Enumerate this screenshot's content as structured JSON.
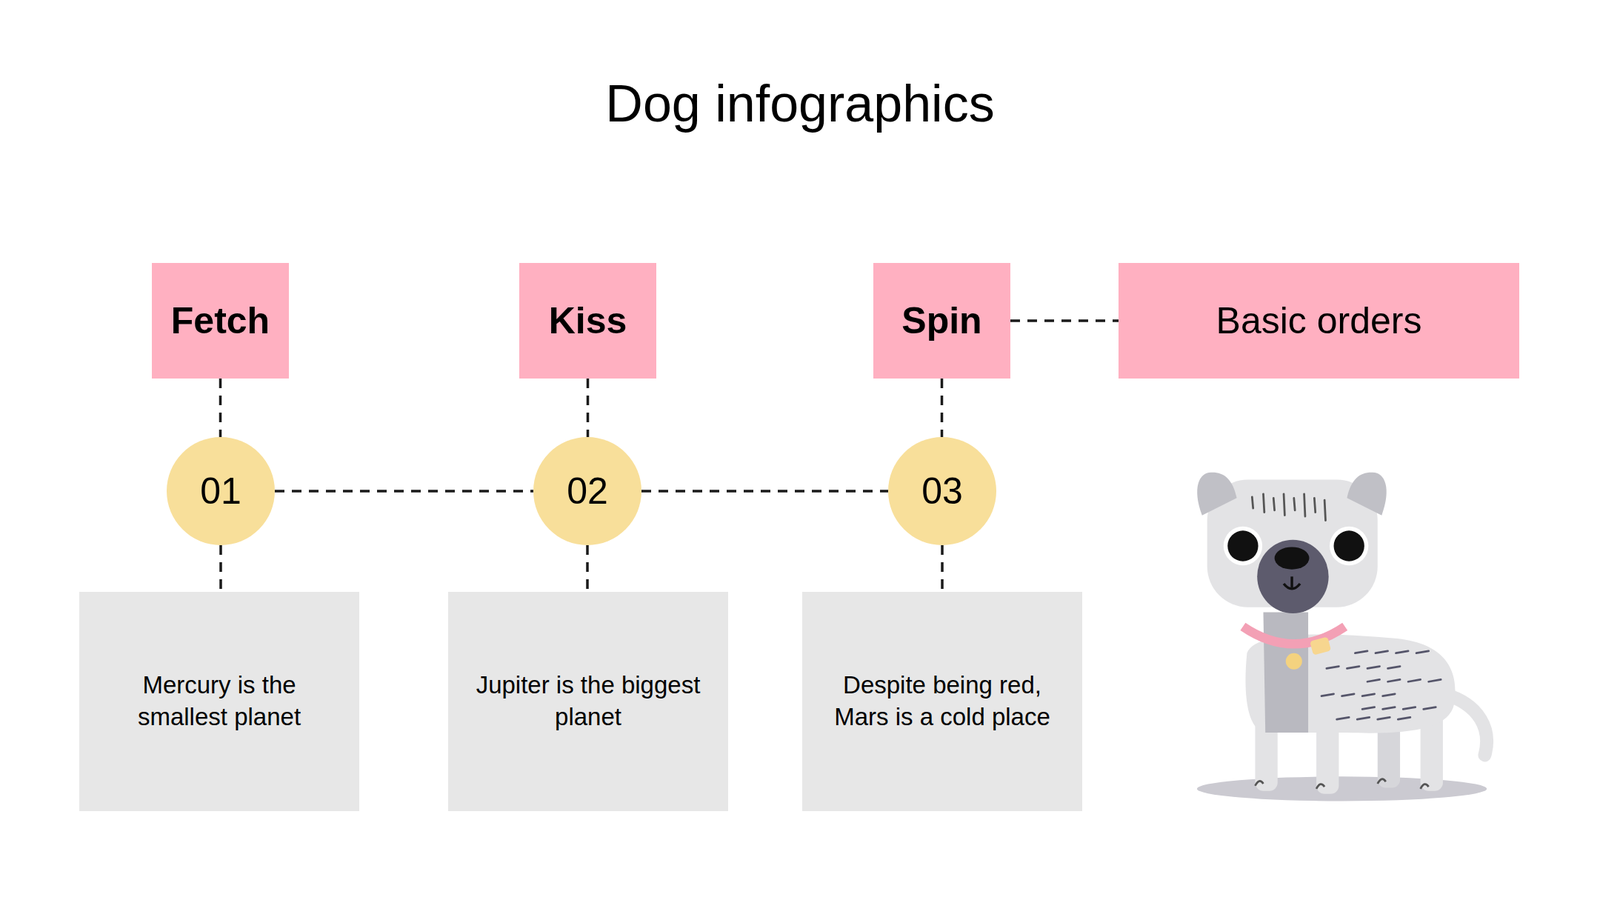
{
  "diagram": {
    "title": "Dog infographics",
    "nodes": [
      {
        "text": [
          "Fetch"
        ]
      },
      {
        "text": [
          "Kiss"
        ]
      },
      {
        "text": [
          "Spin"
        ]
      },
      {
        "text": [
          "Basic orders"
        ]
      },
      {
        "text": [
          "01"
        ]
      },
      {
        "text": [
          "02"
        ]
      },
      {
        "text": [
          "03"
        ]
      },
      {
        "text": [
          "Mercury is the smallest planet"
        ]
      },
      {
        "text": [
          "Jupiter is the biggest planet"
        ]
      },
      {
        "text": [
          "Despite being red, Mars is a cold place"
        ]
      }
    ],
    "edges": [
      {
        "from": 0,
        "to": 4,
        "arrow": "none"
      },
      {
        "from": 1,
        "to": 5,
        "arrow": "none"
      },
      {
        "from": 2,
        "to": 6,
        "arrow": "none"
      },
      {
        "from": 2,
        "to": 3,
        "arrow": "none"
      },
      {
        "from": 4,
        "to": 5,
        "arrow": "none"
      },
      {
        "from": 5,
        "to": 6,
        "arrow": "none"
      },
      {
        "from": 4,
        "to": 7,
        "arrow": "none"
      },
      {
        "from": 5,
        "to": 8,
        "arrow": "none"
      },
      {
        "from": 6,
        "to": 9,
        "arrow": "none"
      }
    ]
  }
}
